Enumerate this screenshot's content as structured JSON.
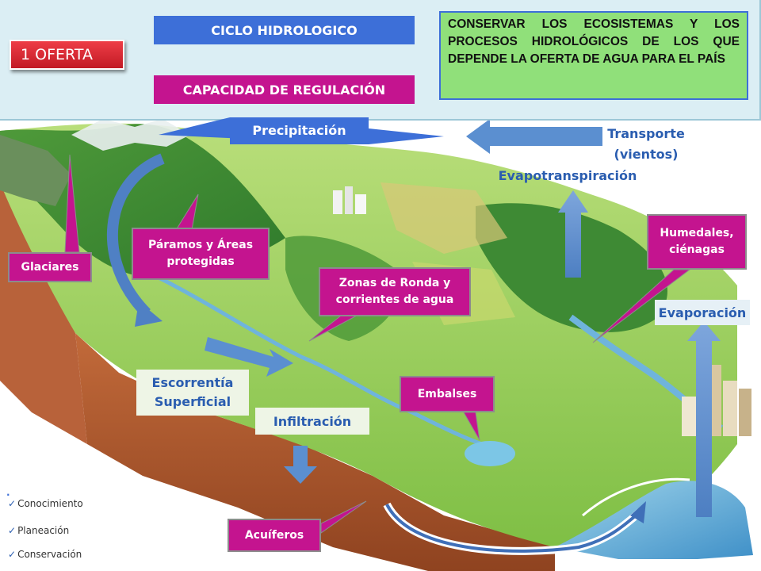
{
  "colors": {
    "magenta": "#c4148f",
    "royal_blue": "#3d6fd8",
    "red": "#d62a33",
    "green_box": "#90e07a",
    "label_blue": "#2a5db0",
    "arrow_blue": "#5b8fd0"
  },
  "header": {
    "oferta": "1  OFERTA",
    "ciclo": "CICLO HIDROLOGICO",
    "capacidad": "CAPACIDAD DE REGULACIÓN",
    "conservar": "CONSERVAR LOS ECOSISTEMAS Y LOS PROCESOS HIDROLÓGICOS DE LOS QUE DEPENDE LA OFERTA DE AGUA PARA EL PAÍS"
  },
  "cycle": {
    "precipitacion": "Precipitación",
    "transporte_line1": "Transporte",
    "transporte_line2": "(vientos)",
    "evapotranspiracion": "Evapotranspiración",
    "evaporacion": "Evaporación",
    "escorrentia_line1": "Escorrentía",
    "escorrentia_line2": "Superficial",
    "infiltracion": "Infiltración"
  },
  "callouts": {
    "glaciares": "Glaciares",
    "paramos_line1": "Páramos y Áreas",
    "paramos_line2": "protegidas",
    "zonas_line1": "Zonas de Ronda y",
    "zonas_line2": "corrientes de agua",
    "humedales_line1": "Humedales,",
    "humedales_line2": "ciénagas",
    "embalses": "Embalses",
    "acuiferos": "Acuíferos"
  },
  "checklist": {
    "dot": ".",
    "check_icon": "checkmark-icon",
    "items": [
      "Conocimiento",
      "Planeación",
      "Conservación"
    ]
  }
}
